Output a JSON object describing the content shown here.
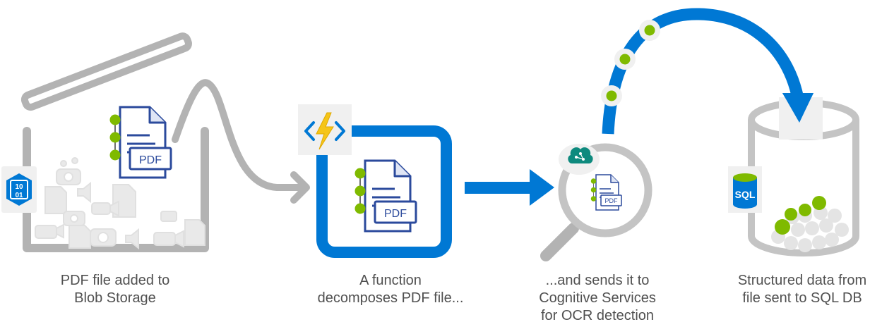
{
  "stages": [
    {
      "caption_lines": [
        "PDF file added to",
        "Blob Storage"
      ]
    },
    {
      "caption_lines": [
        "A function",
        "decomposes PDF file..."
      ]
    },
    {
      "caption_lines": [
        "...and sends it to",
        "Cognitive Services",
        "for OCR detection"
      ]
    },
    {
      "caption_lines": [
        "Structured data from",
        "file sent to SQL DB"
      ]
    }
  ],
  "labels": {
    "pdf": "PDF",
    "blob_badge_top": "10",
    "blob_badge_bottom": "01",
    "sql_badge": "SQL"
  },
  "icons": {
    "blob": "blob-storage-icon",
    "function": "azure-function-icon",
    "cognitive": "cognitive-services-brain-icon",
    "sql": "sql-database-icon"
  },
  "colors": {
    "azure_blue": "#0078d4",
    "pdf_navy": "#2b4a9c",
    "accent_green": "#7fba00",
    "gray_outline": "#b3b3b3",
    "caption_text": "#505050",
    "function_yellow": "#f5c518",
    "cognitive_teal": "#0e8a7e"
  }
}
